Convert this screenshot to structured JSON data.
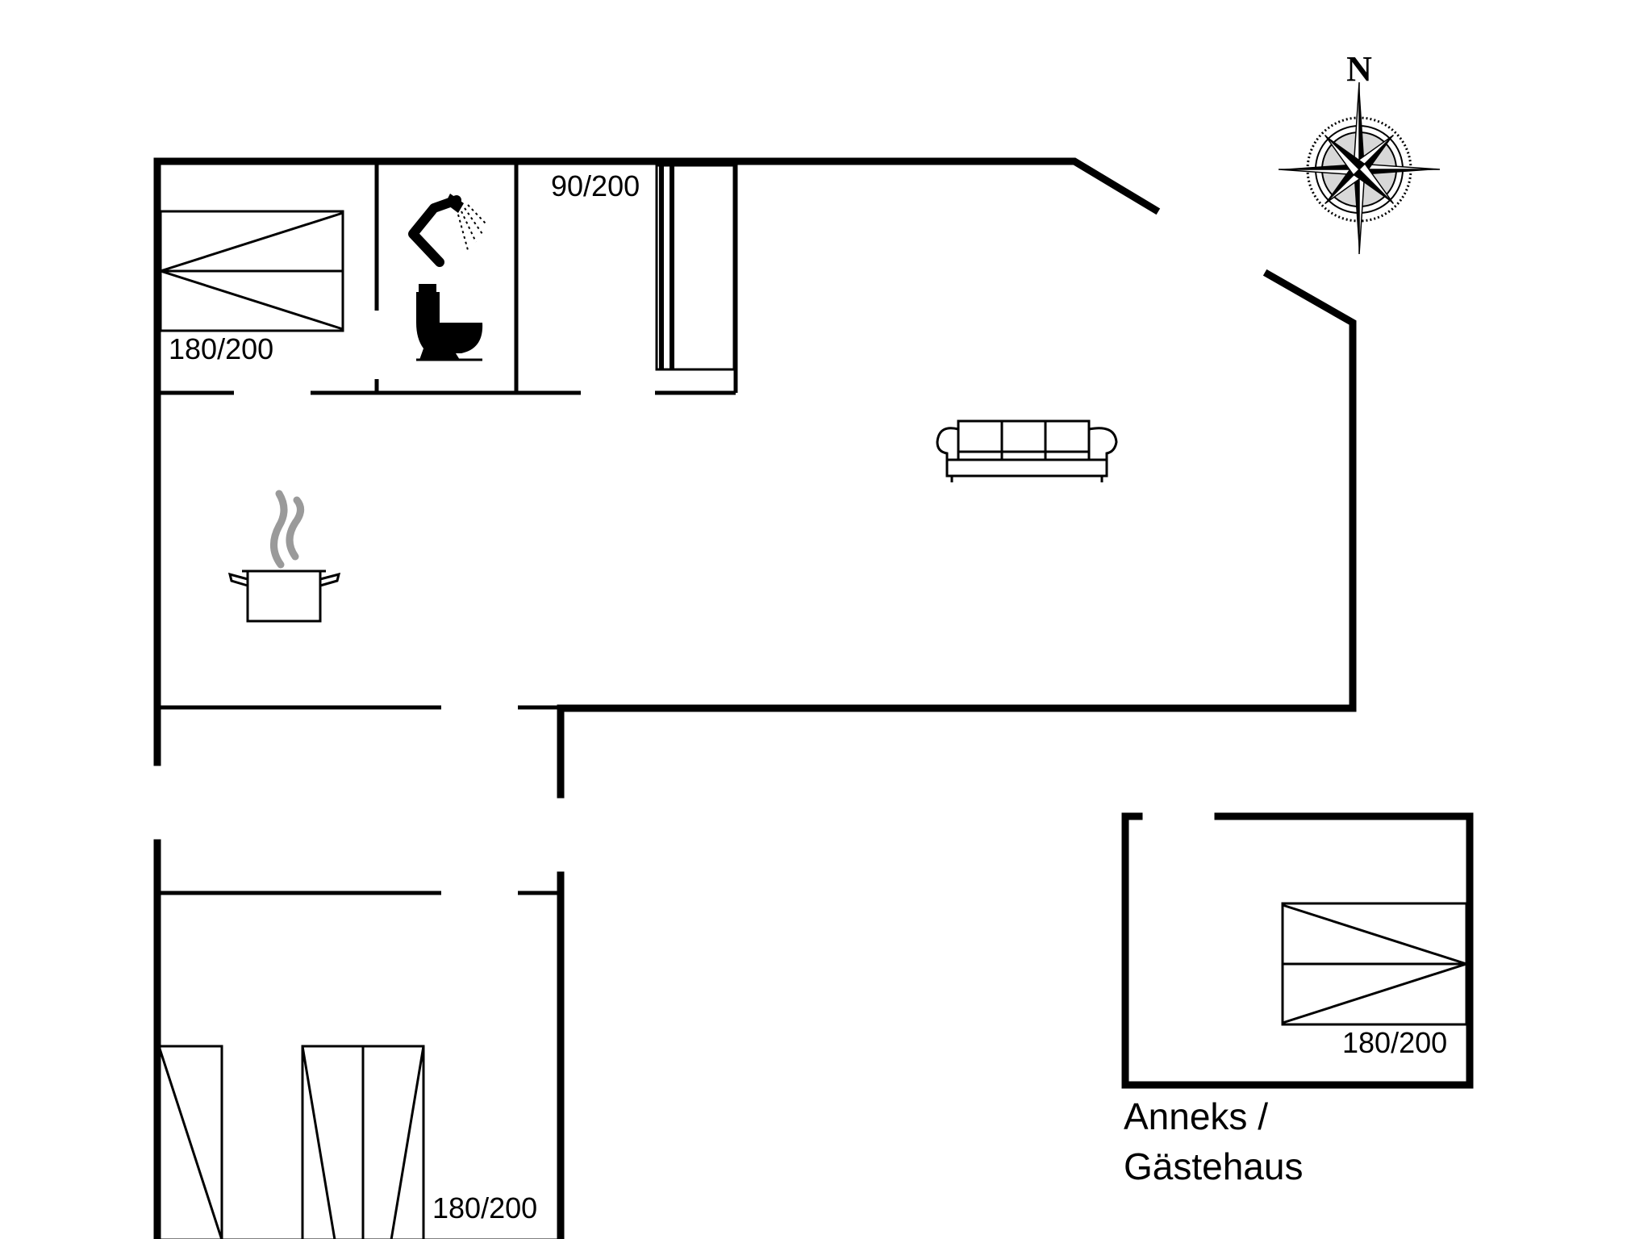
{
  "compass": {
    "north_label": "N"
  },
  "beds": {
    "bedroom_top_left": "180/200",
    "single_bed": "90/200",
    "bedroom_bottom": "180/200",
    "annex_bed": "180/200"
  },
  "annex": {
    "line1": "Anneks /",
    "line2": "Gästehaus"
  },
  "icons": [
    "shower-icon",
    "toilet-icon",
    "sofa-icon",
    "cooking-pot-icon",
    "compass-rose-icon"
  ]
}
